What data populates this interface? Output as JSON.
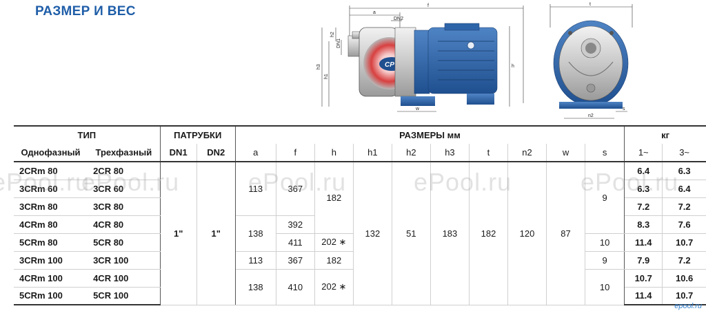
{
  "title": "РАЗМЕР И ВЕС",
  "drawing": {
    "dim_labels": [
      "a",
      "f",
      "DN2",
      "h2",
      "DN1",
      "h3",
      "h1",
      "h",
      "w",
      "t",
      "n2",
      "s"
    ],
    "brand_mark": "CP"
  },
  "table": {
    "group_headers": {
      "type": "ТИП",
      "ports": "ПАТРУБКИ",
      "dims": "РАЗМЕРЫ мм",
      "weight": "кг"
    },
    "sub_headers": {
      "single_phase": "Однофазный",
      "three_phase": "Трехфазный",
      "dn1": "DN1",
      "dn2": "DN2",
      "a": "a",
      "f": "f",
      "h": "h",
      "h1": "h1",
      "h2": "h2",
      "h3": "h3",
      "t": "t",
      "n2": "n2",
      "w": "w",
      "s": "s",
      "w1": "1~",
      "w3": "3~"
    },
    "rows": [
      {
        "single": "2CRm 80",
        "three": "2CR 80",
        "kg1": "6.4",
        "kg3": "6.3"
      },
      {
        "single": "3CRm 60",
        "three": "3CR 60",
        "kg1": "6.3",
        "kg3": "6.4"
      },
      {
        "single": "3CRm 80",
        "three": "3CR 80",
        "kg1": "7.2",
        "kg3": "7.2"
      },
      {
        "single": "4CRm 80",
        "three": "4CR 80",
        "kg1": "8.3",
        "kg3": "7.6"
      },
      {
        "single": "5CRm 80",
        "three": "5CR 80",
        "kg1": "11.4",
        "kg3": "10.7"
      },
      {
        "single": "3CRm 100",
        "three": "3CR 100",
        "kg1": "7.9",
        "kg3": "7.2"
      },
      {
        "single": "4CRm 100",
        "three": "4CR 100",
        "kg1": "10.7",
        "kg3": "10.6"
      },
      {
        "single": "5CRm 100",
        "three": "5CR 100",
        "kg1": "11.4",
        "kg3": "10.7"
      }
    ],
    "merged": {
      "dn1": "1\"",
      "dn2": "1\"",
      "a_group1": "113",
      "a_group2": "138",
      "a_group3": "113",
      "a_group4": "138",
      "f_group1": "367",
      "f_4cr80": "392",
      "f_5cr80": "411",
      "f_3cr100": "367",
      "f_group5": "410",
      "h_group1": "182",
      "h_5cr80": "202 ∗",
      "h_3cr100": "182",
      "h_group5": "202 ∗",
      "h1": "132",
      "h2": "51",
      "h3": "183",
      "t": "182",
      "n2": "120",
      "w": "87",
      "s_group1": "9",
      "s_5cr80": "10",
      "s_3cr100": "9",
      "s_group5": "10"
    }
  },
  "watermark_text": "ePool.ru",
  "corner_logo": "epool.ru"
}
